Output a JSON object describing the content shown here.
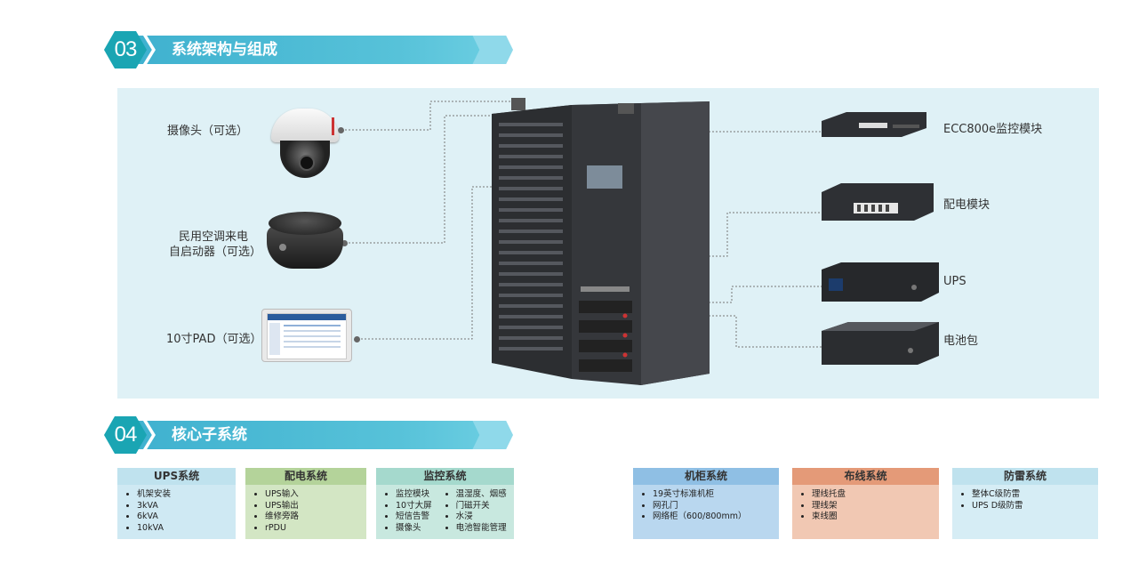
{
  "section3": {
    "number": "03",
    "title": "系统架构与组成"
  },
  "section4": {
    "number": "04",
    "title": "核心子系统"
  },
  "left_labels": {
    "camera": "摄像头（可选）",
    "ac_line1": "民用空调来电",
    "ac_line2": "自启动器（可选）",
    "pad": "10寸PAD（可选）"
  },
  "right_labels": {
    "ecc": "ECC800e监控模块",
    "pdu": "配电模块",
    "ups": "UPS",
    "battery": "电池包"
  },
  "cards": {
    "ups": {
      "title": "UPS系统",
      "items": [
        "机架安装",
        "3kVA",
        "6kVA",
        "10kVA"
      ],
      "head_color": "#bfe2ee",
      "body_color": "#cfe9f3"
    },
    "power": {
      "title": "配电系统",
      "items": [
        "UPS输入",
        "UPS输出",
        "维修旁路",
        "rPDU"
      ],
      "head_color": "#b4d39a",
      "body_color": "#d3e6c4"
    },
    "monitor": {
      "title": "监控系统",
      "items_a": [
        "监控模块",
        "10寸大屏",
        "短信告警",
        "摄像头"
      ],
      "items_b": [
        "温湿度、烟感",
        "门磁开关",
        "水浸",
        "电池智能管理"
      ],
      "head_color": "#a5d9cd",
      "body_color": "#c8e8df"
    },
    "cabinet": {
      "title": "机柜系统",
      "items": [
        "19英寸标准机柜",
        "网孔门",
        "网络柜（600/800mm）"
      ],
      "head_color": "#8fbfe4",
      "body_color": "#b9d7ef"
    },
    "cabling": {
      "title": "布线系统",
      "items": [
        "理线托盘",
        "理线架",
        "束线圈"
      ],
      "head_color": "#e49a78",
      "body_color": "#f1c8b3"
    },
    "lightning": {
      "title": "防雷系统",
      "items": [
        "整体C级防雷",
        "UPS D级防雷"
      ],
      "head_color": "#bfe2ee",
      "body_color": "#d6edf5"
    }
  }
}
